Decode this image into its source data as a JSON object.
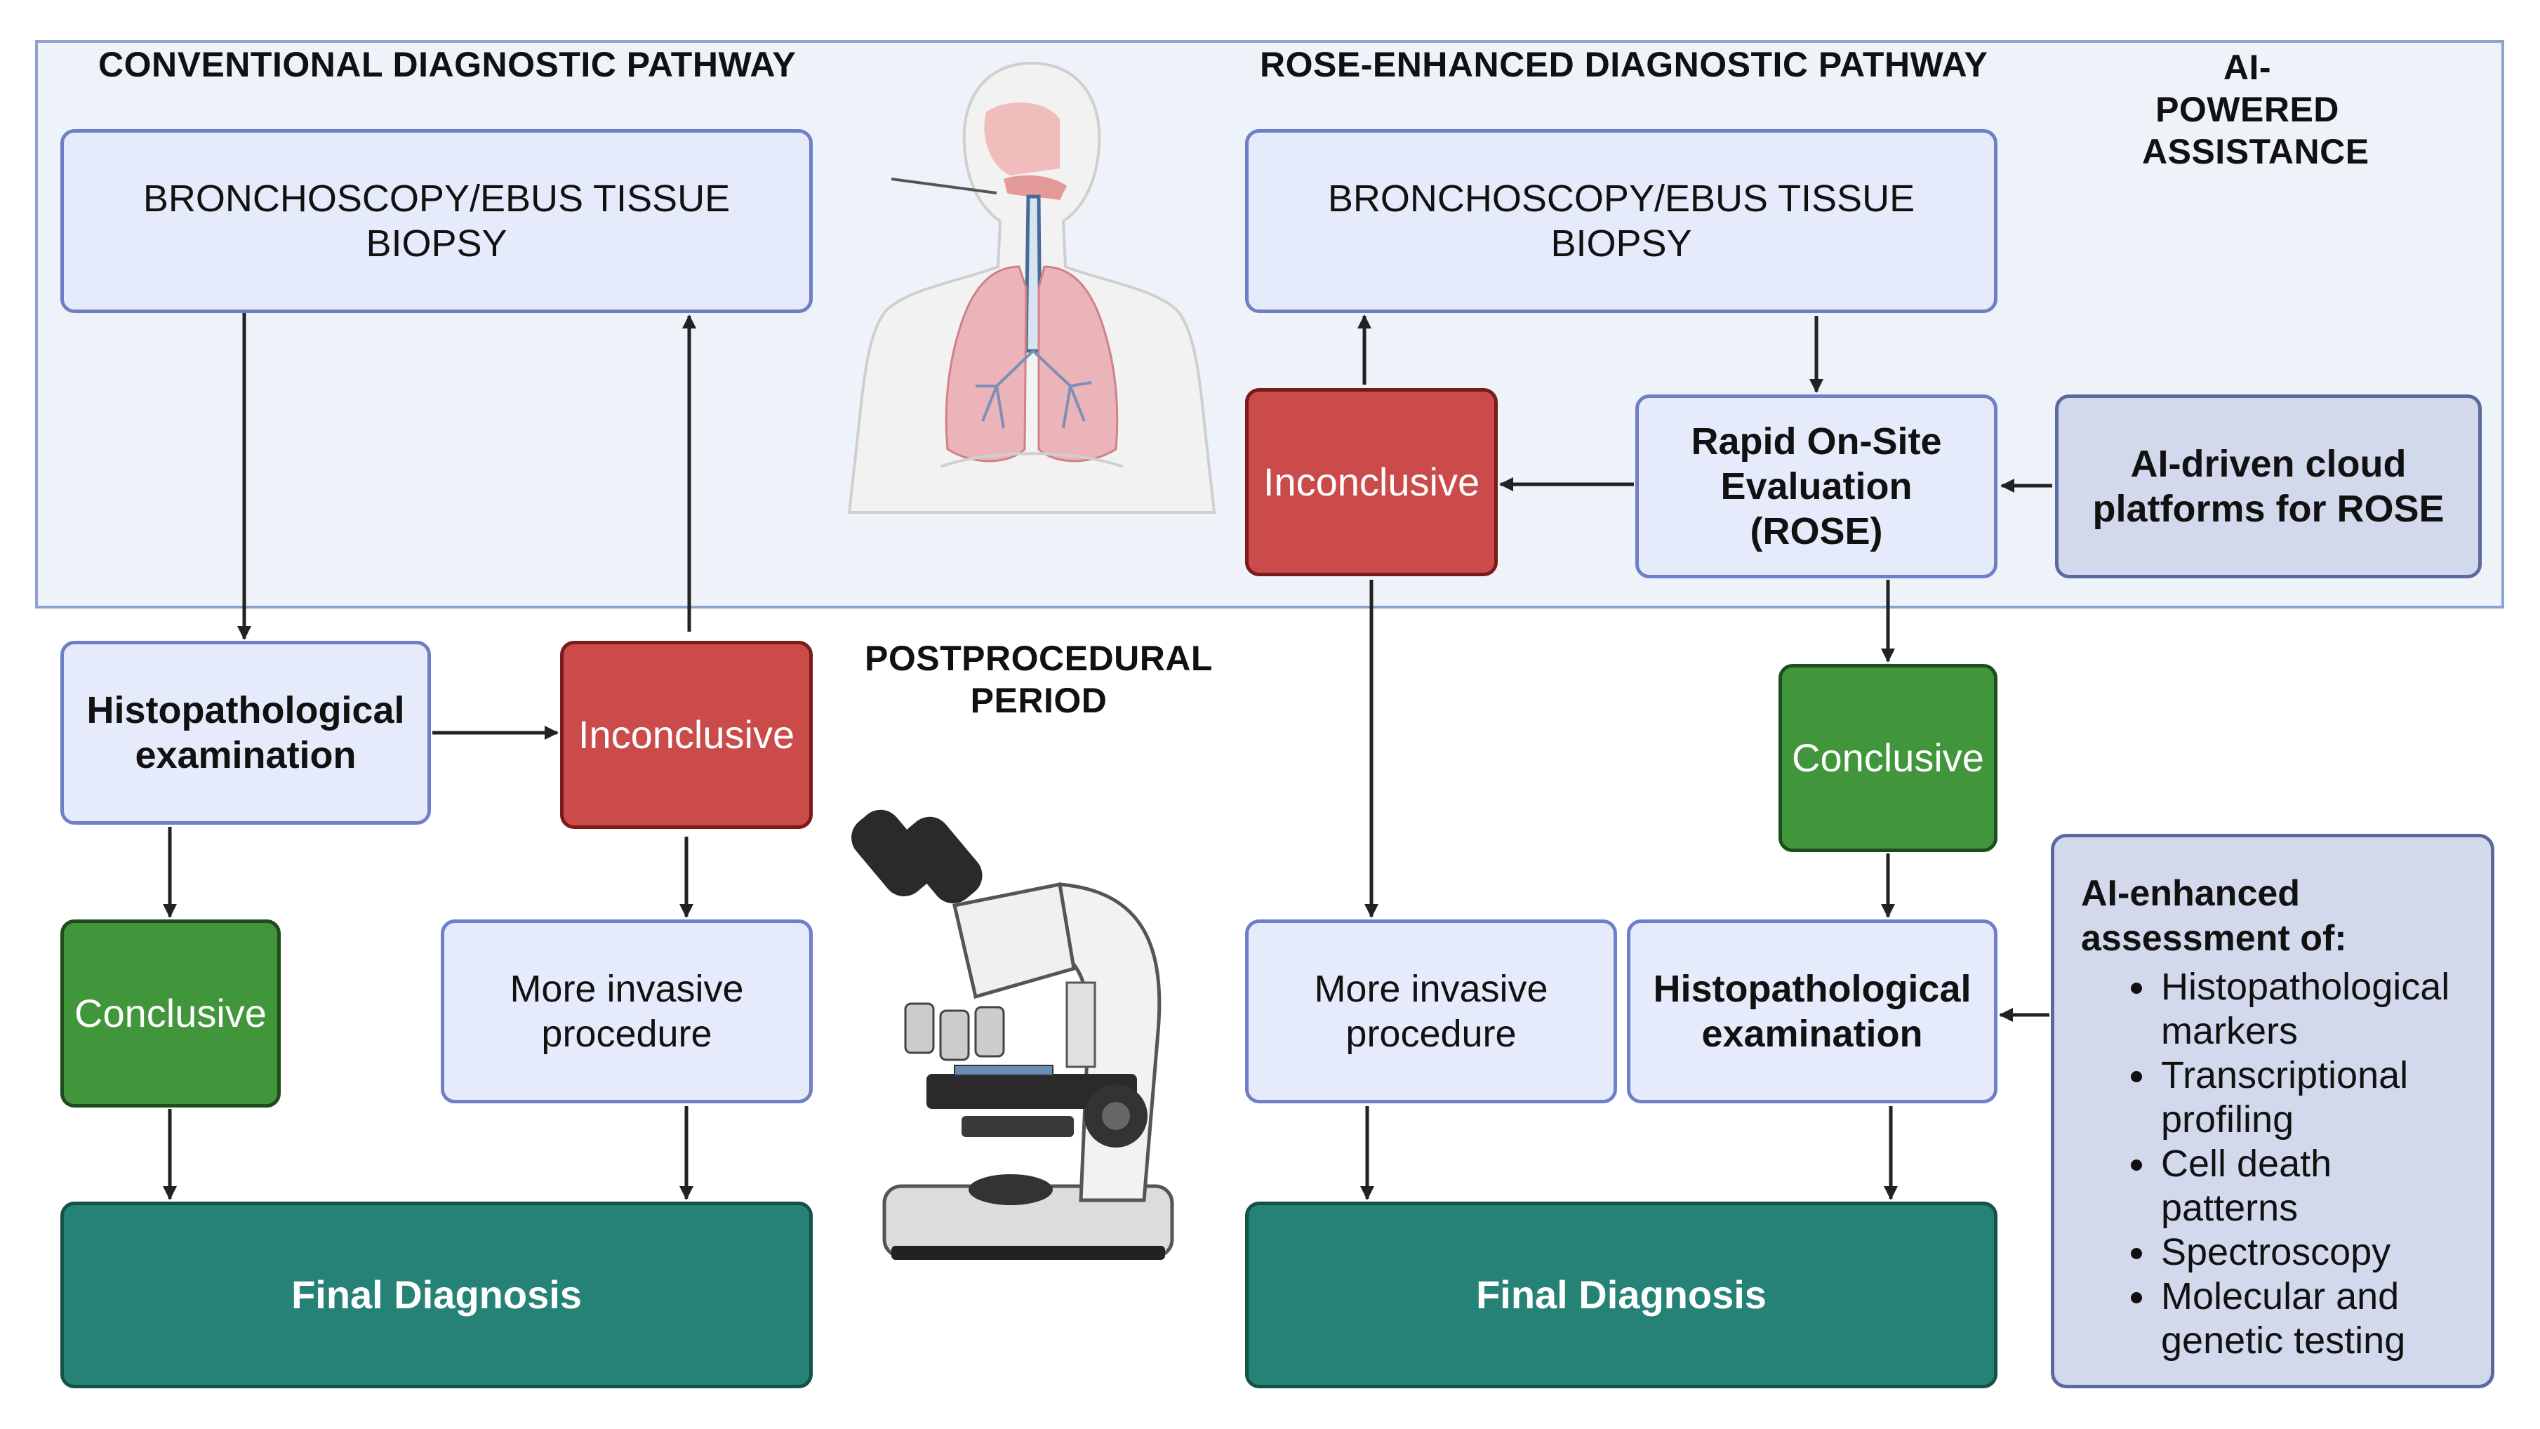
{
  "headings": {
    "conventional": "CONVENTIONAL DIAGNOSTIC PATHWAY",
    "rose": "ROSE-ENHANCED DIAGNOSTIC PATHWAY",
    "ai_line1": "AI-POWERED",
    "ai_line2": "ASSISTANCE",
    "post_line1": "POSTPROCEDURAL",
    "post_line2": "PERIOD"
  },
  "conventional": {
    "biopsy_line1": "BRONCHOSCOPY/EBUS TISSUE",
    "biopsy_line2": "BIOPSY",
    "histo_line1": "Histopathological",
    "histo_line2": "examination",
    "inconclusive": "Inconclusive",
    "conclusive": "Conclusive",
    "invasive_line1": "More invasive",
    "invasive_line2": "procedure",
    "final": "Final Diagnosis"
  },
  "rose": {
    "biopsy_line1": "BRONCHOSCOPY/EBUS TISSUE",
    "biopsy_line2": "BIOPSY",
    "rose_line1": "Rapid On-Site",
    "rose_line2": "Evaluation",
    "rose_line3": "(ROSE)",
    "inconclusive": "Inconclusive",
    "conclusive": "Conclusive",
    "invasive_line1": "More invasive",
    "invasive_line2": "procedure",
    "histo_line1": "Histopathological",
    "histo_line2": "examination",
    "final": "Final Diagnosis"
  },
  "ai": {
    "cloud_line1": "AI-driven cloud",
    "cloud_line2": "platforms for ROSE",
    "assess_title_line1": "AI-enhanced",
    "assess_title_line2": "assessment of:",
    "items": [
      {
        "line1": "Histopathological",
        "line2": "markers"
      },
      {
        "line1": "Transcriptional",
        "line2": "profiling"
      },
      {
        "line1": "Cell death",
        "line2": "patterns"
      },
      {
        "line1": "Spectroscopy",
        "line2": ""
      },
      {
        "line1": "Molecular and",
        "line2": "genetic testing"
      }
    ]
  },
  "colors": {
    "panel": "#eef3fa",
    "light_box": "#e5ebfa",
    "inconclusive": "#cb4b4b",
    "conclusive": "#41953a",
    "final": "#268277",
    "ai_box": "#d3d9ec"
  },
  "icons": [
    "human-lungs-illustration",
    "microscope-illustration"
  ]
}
